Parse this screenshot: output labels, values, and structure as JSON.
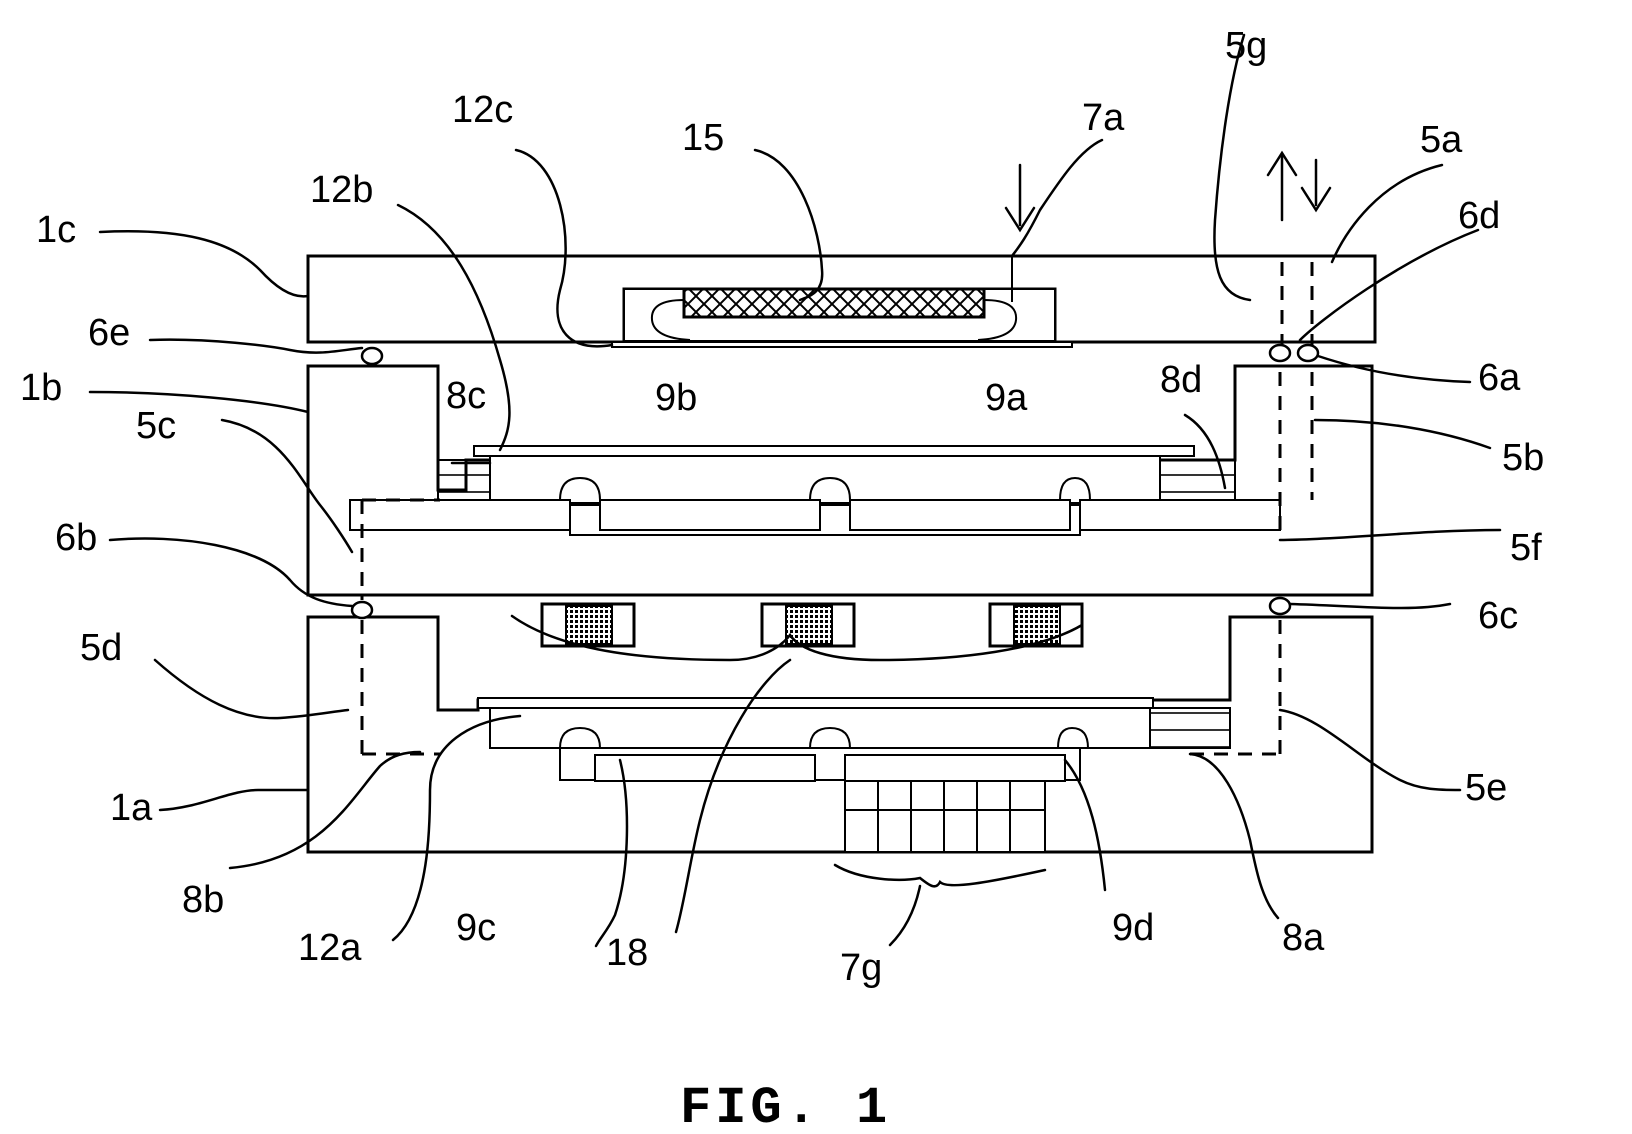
{
  "caption": "FIG. 1",
  "labels": {
    "l1a": "1a",
    "l1b": "1b",
    "l1c": "1c",
    "l5a": "5a",
    "l5b": "5b",
    "l5c": "5c",
    "l5d": "5d",
    "l5e": "5e",
    "l5f": "5f",
    "l5g": "5g",
    "l6a": "6a",
    "l6b": "6b",
    "l6c": "6c",
    "l6d": "6d",
    "l6e": "6e",
    "l7a": "7a",
    "l7g": "7g",
    "l8a": "8a",
    "l8b": "8b",
    "l8c": "8c",
    "l8d": "8d",
    "l9a": "9a",
    "l9b": "9b",
    "l9c": "9c",
    "l9d": "9d",
    "l12a": "12a",
    "l12b": "12b",
    "l12c": "12c",
    "l15": "15",
    "l18": "18"
  }
}
